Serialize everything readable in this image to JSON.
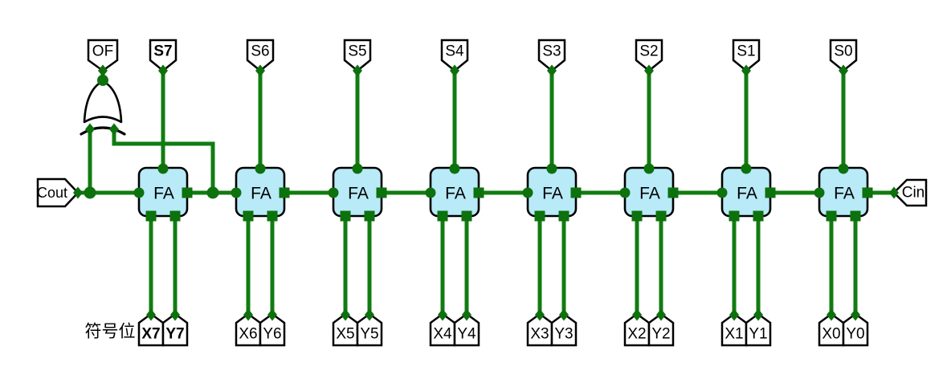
{
  "colors": {
    "background": "#ffffff",
    "wire": "#117c11",
    "port": "#0d710d",
    "fa_fill": "#b8eaf8",
    "stroke": "#000000",
    "pin_fill": "#ffffff",
    "text": "#000000"
  },
  "fa_label": "FA",
  "annotation": "符号位",
  "gate_type": "XOR",
  "pins": {
    "overflow": "OF",
    "carry_out": "Cout",
    "carry_in": "Cin",
    "sums": [
      "S7",
      "S6",
      "S5",
      "S4",
      "S3",
      "S2",
      "S1",
      "S0"
    ],
    "x_inputs": [
      "X7",
      "X6",
      "X5",
      "X4",
      "X3",
      "X2",
      "X1",
      "X0"
    ],
    "y_inputs": [
      "Y7",
      "Y6",
      "Y5",
      "Y4",
      "Y3",
      "Y2",
      "Y1",
      "Y0"
    ],
    "bold_sign_bit_labels": [
      "S7",
      "X7",
      "Y7"
    ]
  }
}
